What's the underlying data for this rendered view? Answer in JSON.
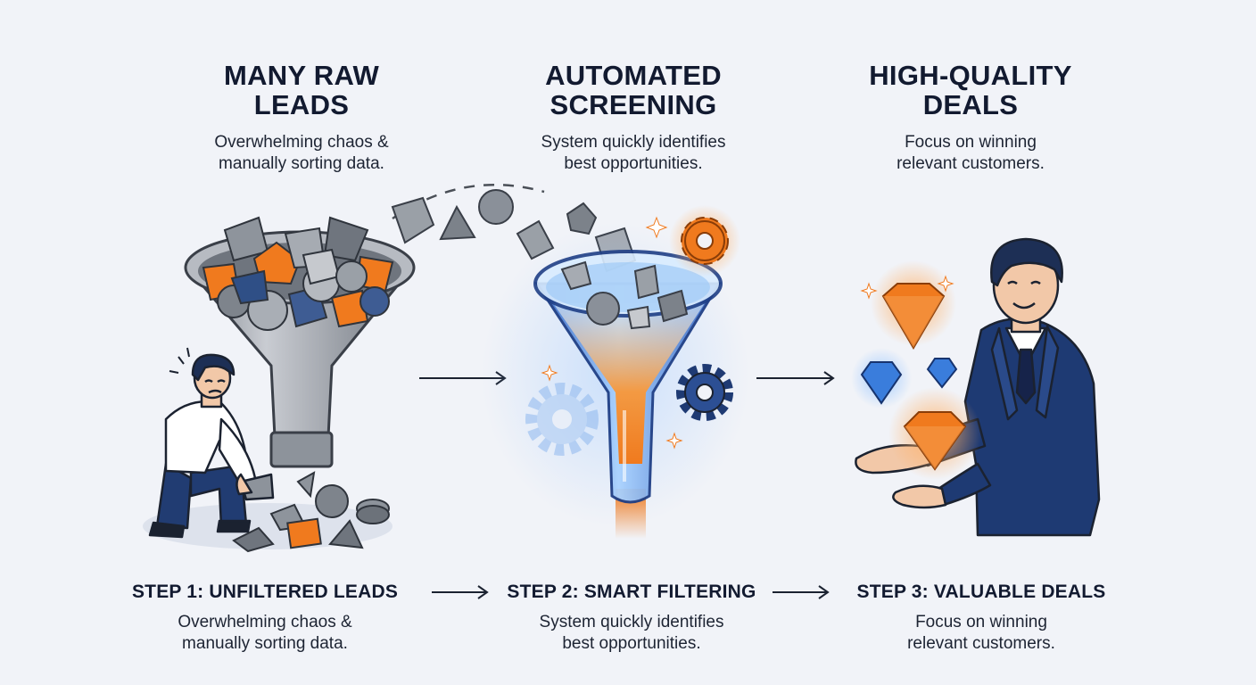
{
  "stages": [
    {
      "title_lines": [
        "MANY RAW",
        "LEADS"
      ],
      "desc_lines": [
        "Overwhelming chaos &",
        "manually sorting data."
      ],
      "step_title": "STEP 1: UNFILTERED LEADS",
      "step_desc_lines": [
        "Overwhelming chaos &",
        "manually sorting data."
      ]
    },
    {
      "title_lines": [
        "AUTOMATED",
        "SCREENING"
      ],
      "desc_lines": [
        "System quickly identifies",
        "best opportunities."
      ],
      "step_title": "STEP 2: SMART FILTERING",
      "step_desc_lines": [
        "System quickly identifies",
        "best opportunities."
      ]
    },
    {
      "title_lines": [
        "HIGH-QUALITY",
        "DEALS"
      ],
      "desc_lines": [
        "Focus on winning",
        "relevant customers."
      ],
      "step_title": "STEP 3: VALUABLE DEALS",
      "step_desc_lines": [
        "Focus on winning",
        "relevant customers."
      ]
    }
  ],
  "icons": {
    "funnel_raw": "funnel-icon",
    "funnel_smart": "glass-funnel-icon",
    "gear": "gear-icon",
    "gem": "diamond-icon",
    "arrow": "arrow-right-icon",
    "person_stressed": "person-stressed-icon",
    "person_happy": "businessman-icon"
  },
  "colors": {
    "background": "#f1f3f8",
    "navy": "#1e3a73",
    "orange": "#f07a1e",
    "gray": "#8a9099",
    "blue": "#3a7ddc",
    "text": "#121a30"
  }
}
